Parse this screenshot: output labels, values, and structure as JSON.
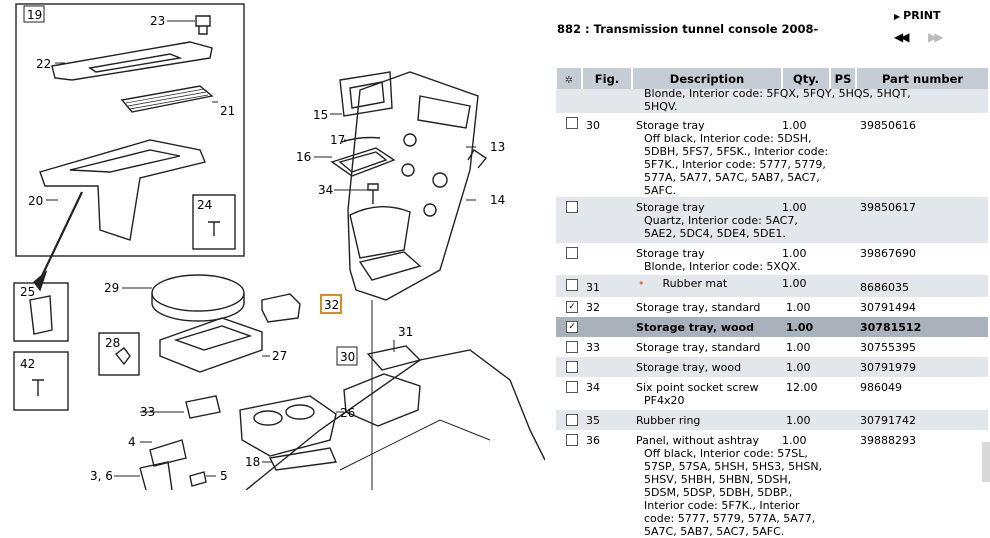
{
  "header": {
    "title": "882 : Transmission tunnel console 2008-",
    "print_label": "PRINT",
    "prev_icon": "◀◀",
    "next_icon": "▶▶"
  },
  "table": {
    "columns": [
      "",
      "Fig.",
      "Description",
      "Qty.",
      "PS",
      "Part number"
    ],
    "truncated_top": "Blonde, Interior code: 5FQX, 5FQY, 5HQS, 5HQT,",
    "truncated_top2": "5HQV.",
    "rows": [
      {
        "fig": "30",
        "desc": "Storage tray",
        "sub": "Off black, Interior code: 5DSH, 5DBH, 5FS7, 5FSK., Interior code: 5F7K., Interior code: 5777, 5779, 577A, 5A77, 5A7C, 5AB7, 5AC7, 5AFC.",
        "qty": "1.00",
        "ps": "",
        "pn": "39850616",
        "checked": false
      },
      {
        "fig": "",
        "desc": "Storage tray",
        "sub": "Quartz, Interior code: 5AC7, 5AE2, 5DC4, 5DE4, 5DE1.",
        "qty": "1.00",
        "ps": "",
        "pn": "39850617",
        "checked": false
      },
      {
        "fig": "",
        "desc": "Storage tray",
        "sub": "Blonde, Interior code: 5XQX.",
        "qty": "1.00",
        "ps": "",
        "pn": "39867690",
        "checked": false
      },
      {
        "fig": "31",
        "desc": "Rubber mat",
        "sub": "",
        "qty": "1.00",
        "ps": "",
        "pn": "8686035",
        "checked": false,
        "bullet": "•"
      },
      {
        "fig": "32",
        "desc": "Storage tray, standard",
        "sub": "",
        "qty": "1.00",
        "ps": "",
        "pn": "30791494",
        "checked": true
      },
      {
        "fig": "",
        "desc": "Storage tray, wood",
        "sub": "",
        "qty": "1.00",
        "ps": "",
        "pn": "30781512",
        "checked": true,
        "selected": true
      },
      {
        "fig": "33",
        "desc": "Storage tray, standard",
        "sub": "",
        "qty": "1.00",
        "ps": "",
        "pn": "30755395",
        "checked": false
      },
      {
        "fig": "",
        "desc": "Storage tray, wood",
        "sub": "",
        "qty": "1.00",
        "ps": "",
        "pn": "30791979",
        "checked": false
      },
      {
        "fig": "34",
        "desc": "Six point socket screw",
        "sub": "PF4x20",
        "qty": "12.00",
        "ps": "",
        "pn": "986049",
        "checked": false
      },
      {
        "fig": "35",
        "desc": "Rubber ring",
        "sub": "",
        "qty": "1.00",
        "ps": "",
        "pn": "30791742",
        "checked": false
      },
      {
        "fig": "36",
        "desc": "Panel, without ashtray",
        "sub": "Off black, Interior code: 57SL, 57SP, 57SA, 5HSH, 5HS3, 5HSN, 5HSV, 5HBH, 5HBN, 5DSH, 5DSM, 5DSP, 5DBH, 5DBP., Interior code: 5F7K., Interior code: 5777, 5779, 577A, 5A77, 5A7C, 5AB7, 5AC7, 5AFC.",
        "qty": "1.00",
        "ps": "",
        "pn": "39888293",
        "checked": false
      }
    ]
  },
  "diagram": {
    "callouts": [
      "19",
      "23",
      "22",
      "21",
      "20",
      "24",
      "25",
      "42",
      "29",
      "28",
      "27",
      "33",
      "4",
      "3, 6",
      "5",
      "15",
      "17",
      "16",
      "34",
      "13",
      "14",
      "32",
      "31",
      "30",
      "26",
      "18"
    ],
    "highlight": "32"
  }
}
